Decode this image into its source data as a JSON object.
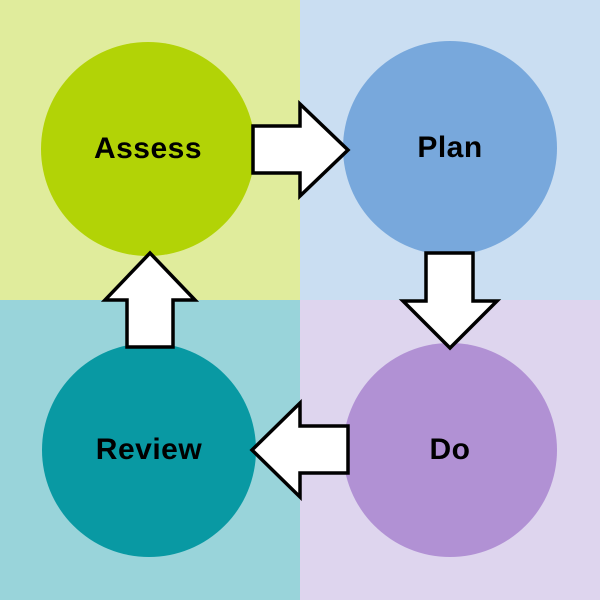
{
  "diagram": {
    "type": "cycle",
    "steps": [
      {
        "label": "Assess",
        "position": "top-left",
        "bg_color": "#e0ec9c",
        "circle_color": "#b2d306",
        "label_color": "#000000"
      },
      {
        "label": "Plan",
        "position": "top-right",
        "bg_color": "#cadef2",
        "circle_color": "#78a8dc",
        "label_color": "#000000"
      },
      {
        "label": "Do",
        "position": "bottom-right",
        "bg_color": "#ded5ee",
        "circle_color": "#b191d4",
        "label_color": "#000000"
      },
      {
        "label": "Review",
        "position": "bottom-left",
        "bg_color": "#99d4da",
        "circle_color": "#0999a3",
        "label_color": "#000000"
      }
    ],
    "arrows": [
      {
        "from": "Assess",
        "to": "Plan",
        "direction": "right"
      },
      {
        "from": "Plan",
        "to": "Do",
        "direction": "down"
      },
      {
        "from": "Do",
        "to": "Review",
        "direction": "left"
      },
      {
        "from": "Review",
        "to": "Assess",
        "direction": "up"
      }
    ],
    "arrow_style": {
      "fill": "#ffffff",
      "stroke": "#000000"
    }
  }
}
